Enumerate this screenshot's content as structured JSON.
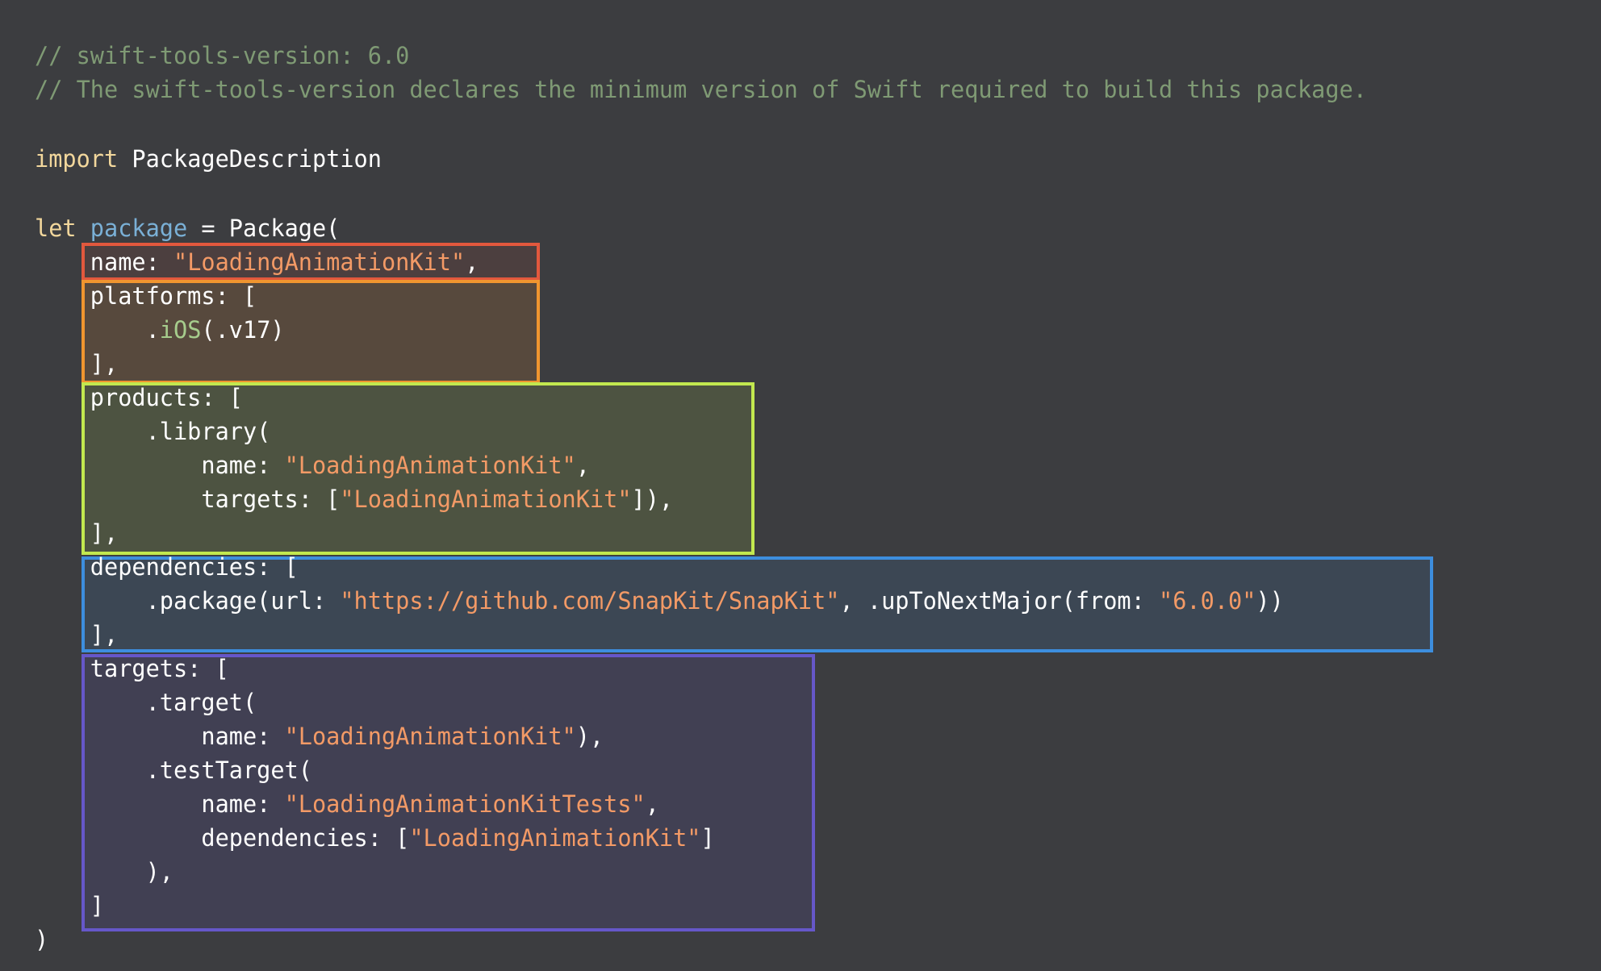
{
  "code": {
    "l1": {
      "comment": "// swift-tools-version: 6.0"
    },
    "l2": {
      "comment": "// The swift-tools-version declares the minimum version of Swift required to build this package."
    },
    "l3": {
      "kw": "import",
      "sp": " ",
      "module": "PackageDescription"
    },
    "l4": {
      "kw": "let",
      "sp1": " ",
      "var": "package",
      "eq": " = ",
      "type": "Package",
      "paren": "("
    },
    "l5": {
      "indent": "    ",
      "label": "name: ",
      "str": "\"LoadingAnimationKit\"",
      "tail": ","
    },
    "l6": {
      "indent": "    ",
      "label": "platforms: ["
    },
    "l7": {
      "indent": "        ",
      "dot": ".",
      "fn": "iOS",
      "tail": "(.v17)"
    },
    "l8": {
      "indent": "    ",
      "text": "],"
    },
    "l9": {
      "indent": "    ",
      "label": "products: ["
    },
    "l10": {
      "indent": "        ",
      "text": ".library("
    },
    "l11": {
      "indent": "            ",
      "label": "name: ",
      "str": "\"LoadingAnimationKit\"",
      "tail": ","
    },
    "l12": {
      "indent": "            ",
      "label": "targets: [",
      "str": "\"LoadingAnimationKit\"",
      "tail": "]),"
    },
    "l13": {
      "indent": "    ",
      "text": "],"
    },
    "l14": {
      "indent": "    ",
      "label": "dependencies: ["
    },
    "l15": {
      "indent": "        ",
      "pre": ".package(url: ",
      "str1": "\"https://github.com/SnapKit/SnapKit\"",
      "mid": ", .upToNextMajor(from: ",
      "str2": "\"6.0.0\"",
      "tail": "))"
    },
    "l16": {
      "indent": "    ",
      "text": "],"
    },
    "l17": {
      "indent": "    ",
      "label": "targets: ["
    },
    "l18": {
      "indent": "        ",
      "text": ".target("
    },
    "l19": {
      "indent": "            ",
      "label": "name: ",
      "str": "\"LoadingAnimationKit\"",
      "tail": "),"
    },
    "l20": {
      "indent": "        ",
      "text": ".testTarget("
    },
    "l21": {
      "indent": "            ",
      "label": "name: ",
      "str": "\"LoadingAnimationKitTests\"",
      "tail": ","
    },
    "l22": {
      "indent": "            ",
      "label": "dependencies: [",
      "str": "\"LoadingAnimationKit\"",
      "tail": "]"
    },
    "l23": {
      "indent": "        ",
      "text": "),"
    },
    "l24": {
      "indent": "    ",
      "text": "]"
    },
    "l25": {
      "text": ")"
    }
  },
  "highlight_colors": {
    "name": "#e2583d",
    "platforms": "#f0952f",
    "products": "#c2e84f",
    "dependencies": "#3d8ede",
    "targets": "#6657c9"
  },
  "syntax_colors": {
    "background": "#3c3d40",
    "comment": "#7f9a74",
    "keyword": "#f2d79c",
    "string": "#f39a66",
    "variable": "#7ab0d6",
    "function": "#a6cc8c",
    "plain": "#ffffff"
  }
}
